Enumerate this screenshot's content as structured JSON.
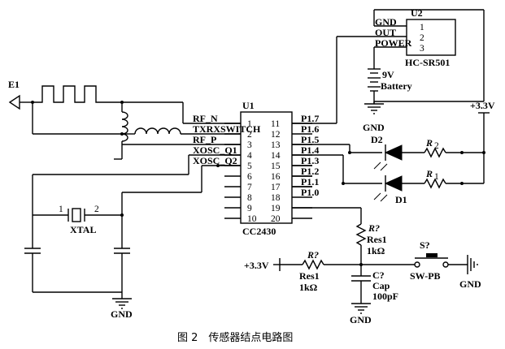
{
  "antenna": {
    "label": "E1"
  },
  "mcu": {
    "ref": "U1",
    "part": "CC2430",
    "left_pins": [
      "1",
      "2",
      "3",
      "4",
      "5",
      "6",
      "7",
      "8",
      "9",
      "10"
    ],
    "right_pins": [
      "11",
      "12",
      "13",
      "14",
      "15",
      "16",
      "17",
      "18",
      "19",
      "20"
    ],
    "left_nets": [
      "RF_N",
      "TXRXSWITCH",
      "RF_P",
      "XOSC_Q1",
      "XOSC_Q2"
    ],
    "right_nets": [
      "P1.7",
      "P1.6",
      "P1.5",
      "P1.4",
      "P1.3",
      "P1.2",
      "P1.1",
      "P1.0"
    ]
  },
  "sensor": {
    "ref": "U2",
    "part": "HC-SR501",
    "pins": [
      "1",
      "2",
      "3"
    ],
    "pin_names": [
      "GND",
      "OUT",
      "POWER"
    ]
  },
  "battery": {
    "voltage": "9V",
    "label": "Battery"
  },
  "supply": {
    "label": "+3.3V"
  },
  "ground": {
    "label": "GND"
  },
  "crystal": {
    "label": "XTAL",
    "pin1": "1",
    "pin2": "2"
  },
  "leds": [
    {
      "ref": "D2",
      "resistor": "R",
      "resistor_index": "2"
    },
    {
      "ref": "D1",
      "resistor": "R",
      "resistor_index": "1"
    }
  ],
  "pullup_resistor": {
    "ref": "R?",
    "name": "Res1",
    "value": "1kΩ"
  },
  "series_resistor": {
    "ref": "R?",
    "name": "Res1",
    "value": "1kΩ"
  },
  "capacitor": {
    "ref": "C?",
    "name": "Cap",
    "value": "100pF"
  },
  "switch": {
    "ref": "S?",
    "name": "SW-PB"
  },
  "caption": "图 2　传感器结点电路图"
}
